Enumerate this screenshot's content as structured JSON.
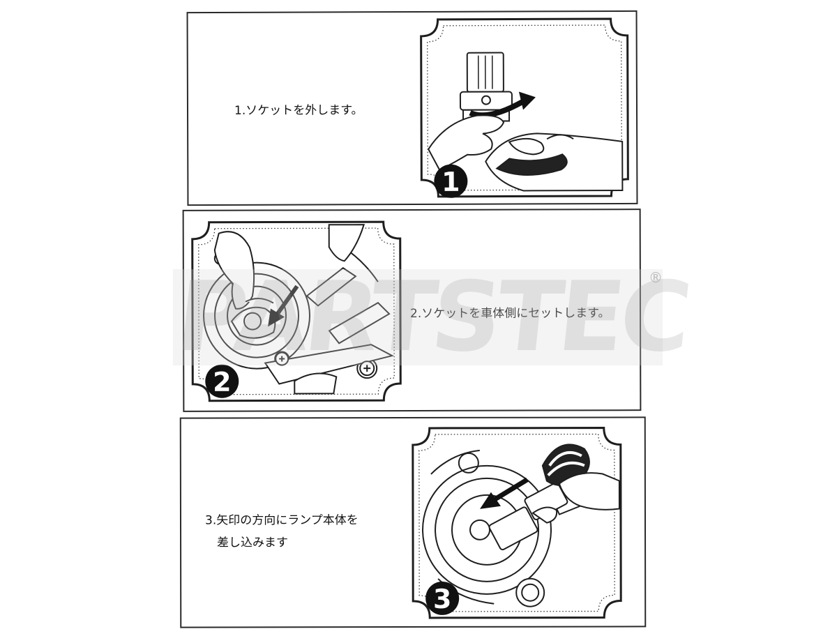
{
  "steps": [
    {
      "badge": "1",
      "text": "1.ソケットを外します。"
    },
    {
      "badge": "2",
      "text": "2.ソケットを車体側にセットします。"
    },
    {
      "badge": "3",
      "text": "3.矢印の方向にランプ本体を\n　差し込みます"
    }
  ],
  "watermark": {
    "text": "PARTSTEC",
    "registered": "®"
  },
  "colors": {
    "line": "#1e1e1e",
    "paper": "#ffffff",
    "badge": "#111111"
  }
}
